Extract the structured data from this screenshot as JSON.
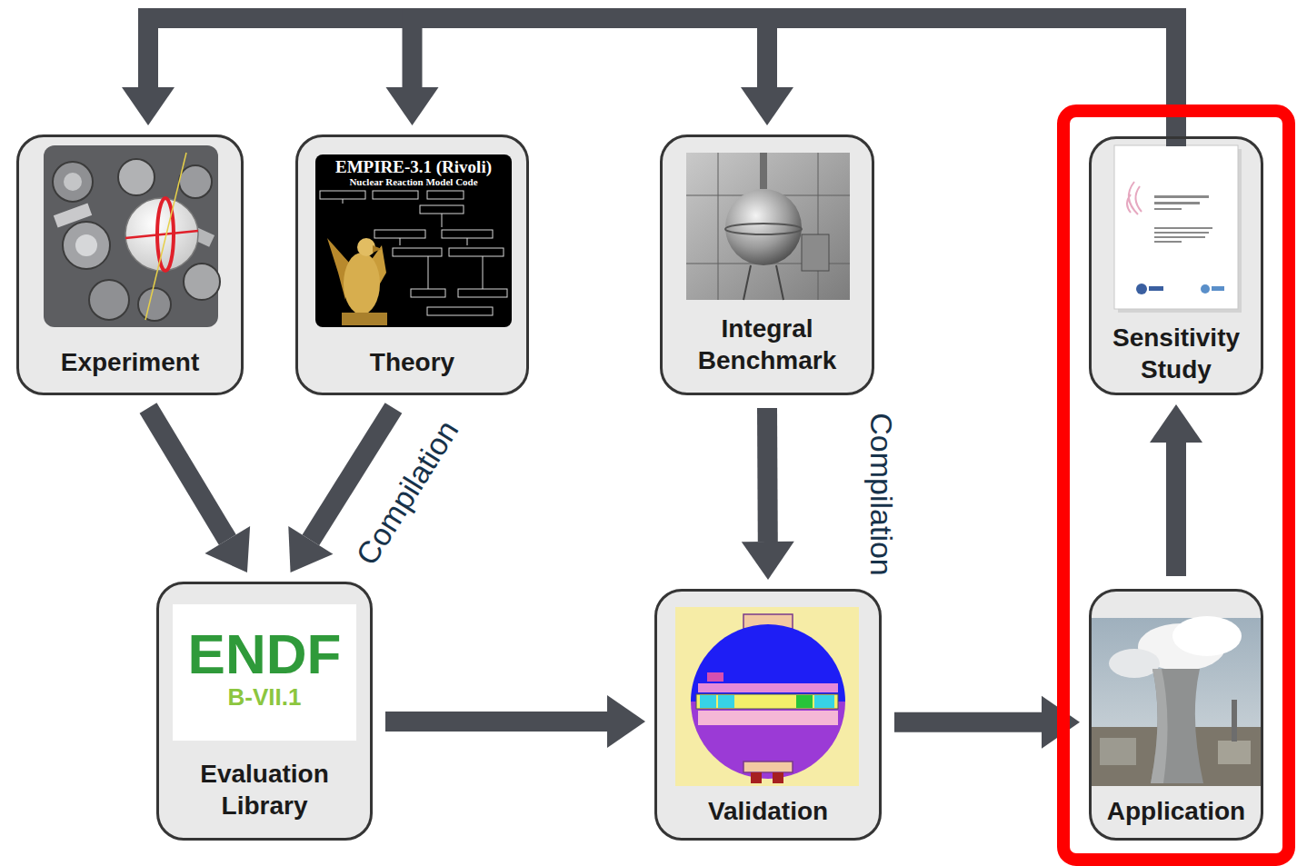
{
  "diagram": {
    "nodes": [
      {
        "text": [
          "Experiment"
        ]
      },
      {
        "text": [
          "Theory"
        ]
      },
      {
        "text": [
          "Integral Benchmark"
        ]
      },
      {
        "text": [
          "Sensitivity Study"
        ]
      },
      {
        "text": [
          "Evaluation Library"
        ]
      },
      {
        "text": [
          "Validation"
        ]
      },
      {
        "text": [
          "Application"
        ]
      }
    ],
    "edges": [
      {
        "from": 0,
        "to": 4,
        "arrow": "to"
      },
      {
        "from": 1,
        "to": 4,
        "label": "Compilation",
        "arrow": "to"
      },
      {
        "from": 2,
        "to": 5,
        "label": "Compilation",
        "arrow": "to"
      },
      {
        "from": 4,
        "to": 5,
        "arrow": "to"
      },
      {
        "from": 5,
        "to": 6,
        "arrow": "to"
      },
      {
        "from": 6,
        "to": 3,
        "arrow": "to"
      },
      {
        "from": 3,
        "to": 0,
        "arrow": "to"
      },
      {
        "from": 3,
        "to": 1,
        "arrow": "to"
      },
      {
        "from": 3,
        "to": 2,
        "arrow": "to"
      }
    ],
    "labels": [
      "EMPIRE-3.1 (Rivoli)",
      "Nuclear Reaction Model Code",
      "ENDF",
      "B-VII.1"
    ]
  }
}
